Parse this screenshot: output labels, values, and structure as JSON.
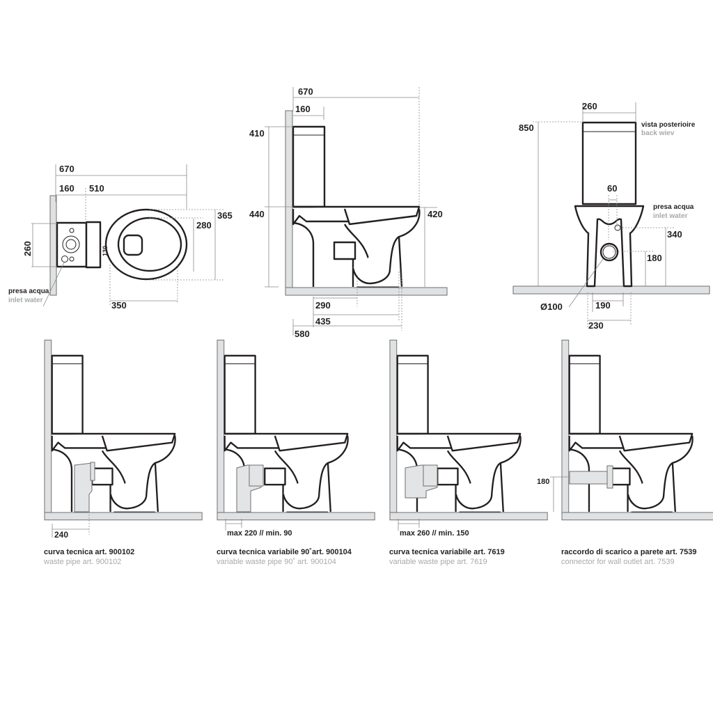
{
  "top_view": {
    "dims": {
      "overall": "670",
      "tank": "160",
      "bowl": "510",
      "width_tank": "260",
      "fixing": "130",
      "seat": "280",
      "width": "365",
      "fix_dist": "350"
    },
    "inlet_label": "presa acqua",
    "inlet_label_en": "inlet water"
  },
  "side_view": {
    "dims": {
      "overall": "670",
      "tank": "160",
      "tank_h": "410",
      "bowl_h": "440",
      "seat_h": "420",
      "outlet": "290",
      "front_foot": "435",
      "depth": "580"
    }
  },
  "back_view": {
    "title": "vista posterioire",
    "title_en": "back wiev",
    "inlet_label": "presa acqua",
    "inlet_label_en": "inlet water",
    "dims": {
      "tank_w": "260",
      "height": "850",
      "inlet_w": "60",
      "inlet_h": "340",
      "outlet_h": "180",
      "outlet_d": "Ø100",
      "inner": "190",
      "outer": "230"
    }
  },
  "variants": [
    {
      "dim": "240",
      "caption": "curva tecnica art. 900102",
      "caption_en": "waste pipe art. 900102"
    },
    {
      "dim": "max 220 // min. 90",
      "caption": "curva tecnica variabile 90˚art. 900104",
      "caption_en": "variable waste pipe 90˚ art. 900104"
    },
    {
      "dim": "max 260 // min. 150",
      "caption": "curva tecnica variabile art. 7619",
      "caption_en": "variable waste pipe art. 7619"
    },
    {
      "dim": "180",
      "caption": "raccordo di scarico a parete art. 7539",
      "caption_en": "connector for wall outlet art. 7539"
    }
  ]
}
